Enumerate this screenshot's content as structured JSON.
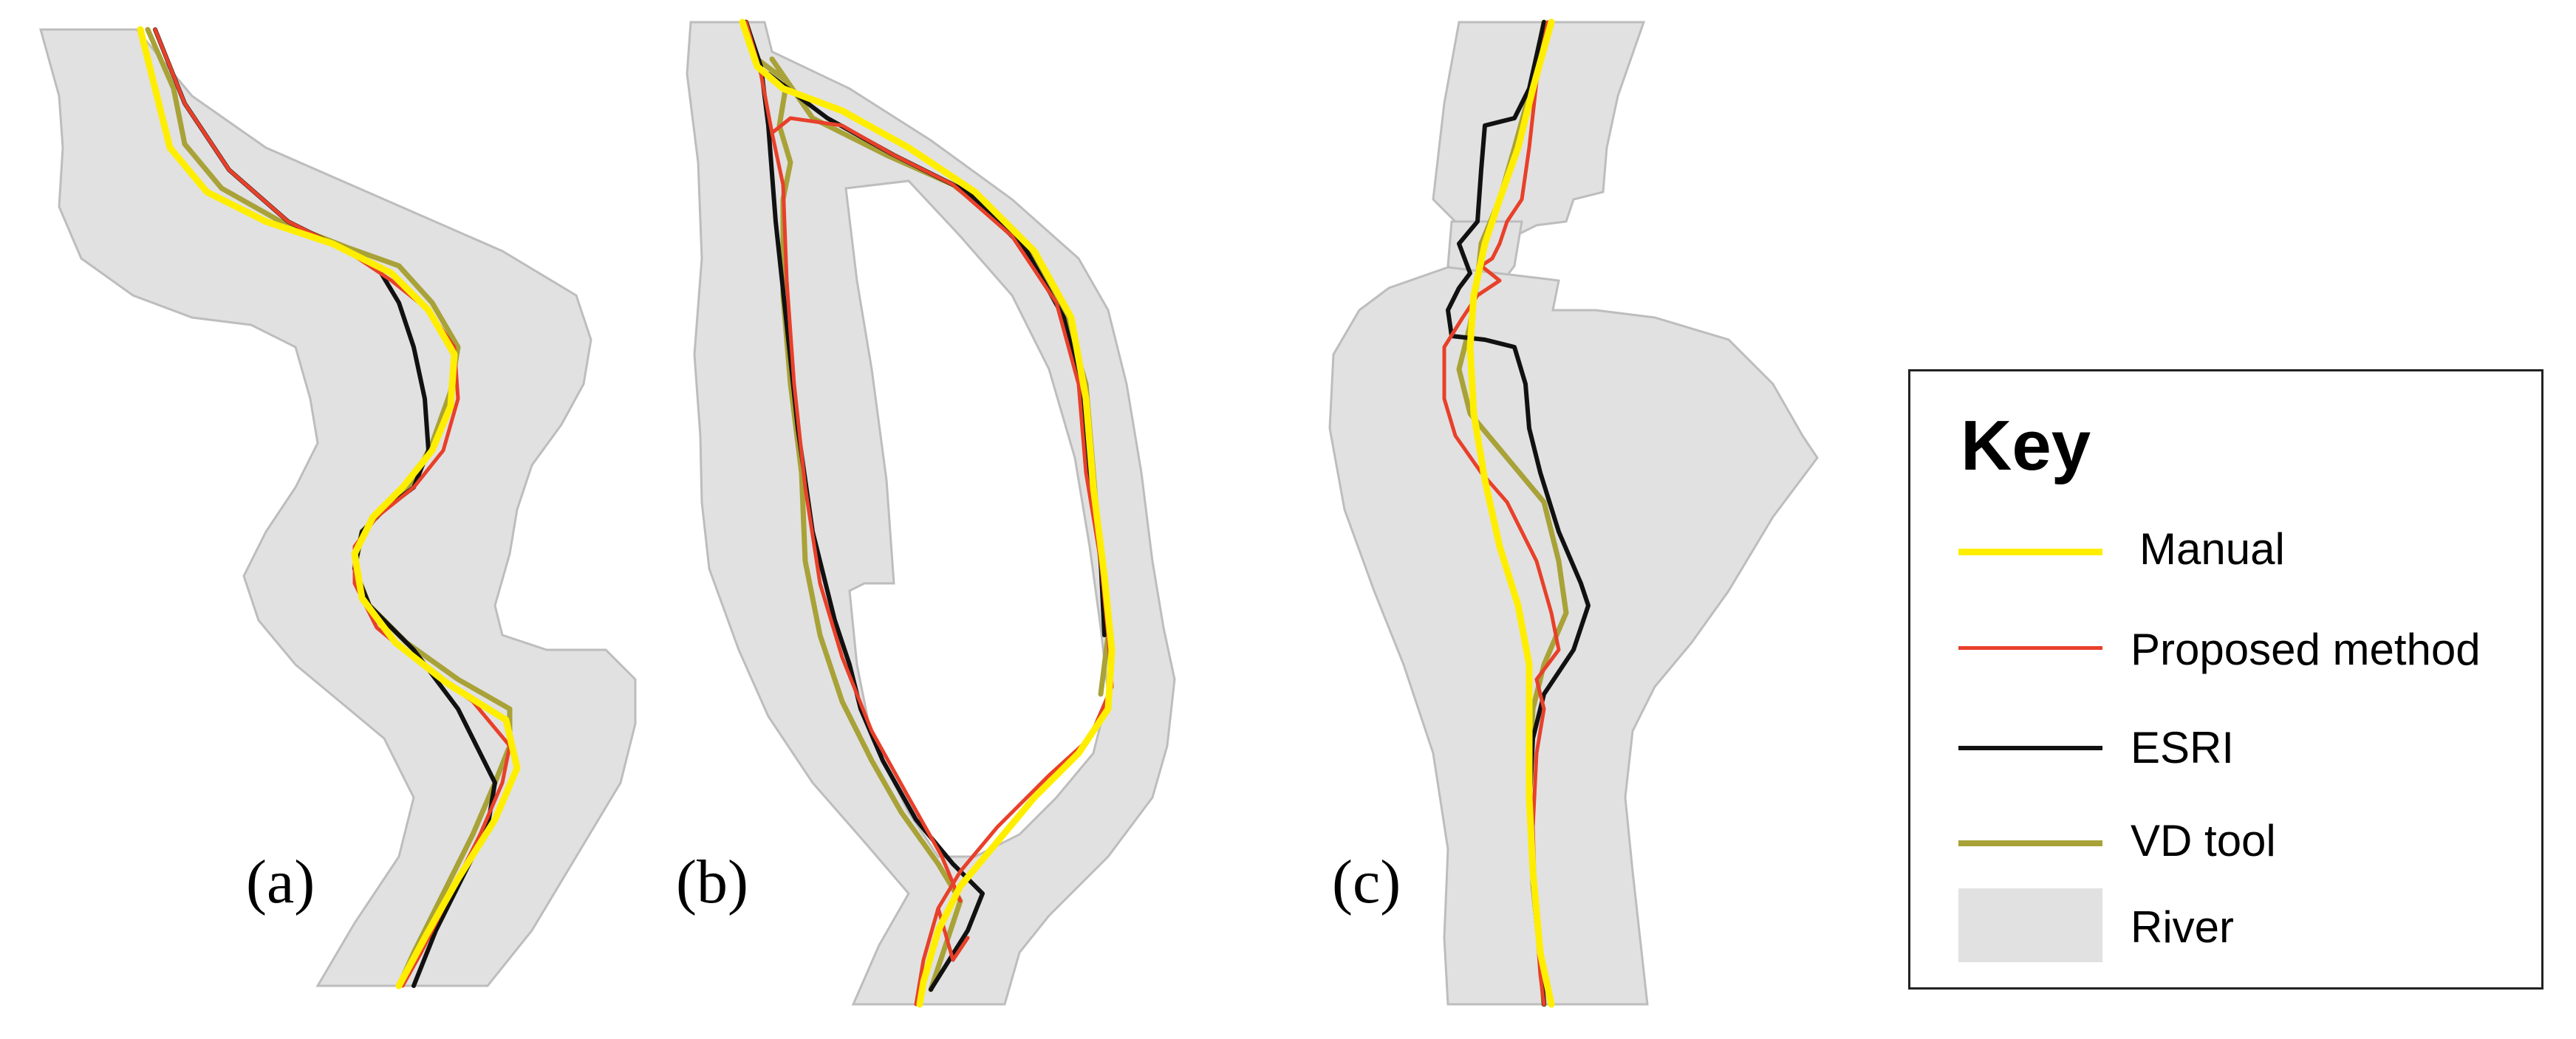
{
  "panels": [
    {
      "label": "(a)"
    },
    {
      "label": "(b)"
    },
    {
      "label": "(c)"
    }
  ],
  "key": {
    "title": "Key",
    "entries": [
      {
        "label": "Manual",
        "kind": "line",
        "color": "#ffee00"
      },
      {
        "label": "Proposed method",
        "kind": "line",
        "color": "#e8402a"
      },
      {
        "label": "ESRI",
        "kind": "line",
        "color": "#111111"
      },
      {
        "label": "VD tool",
        "kind": "line",
        "color": "#a8a238"
      },
      {
        "label": "River",
        "kind": "fill",
        "color": "#e1e1e1"
      }
    ]
  },
  "colors": {
    "river": "#e1e1e1",
    "river_edge": "#bdbdbd",
    "manual": "#ffee00",
    "proposed": "#e8402a",
    "esri": "#111111",
    "vd_tool": "#a8a238"
  }
}
